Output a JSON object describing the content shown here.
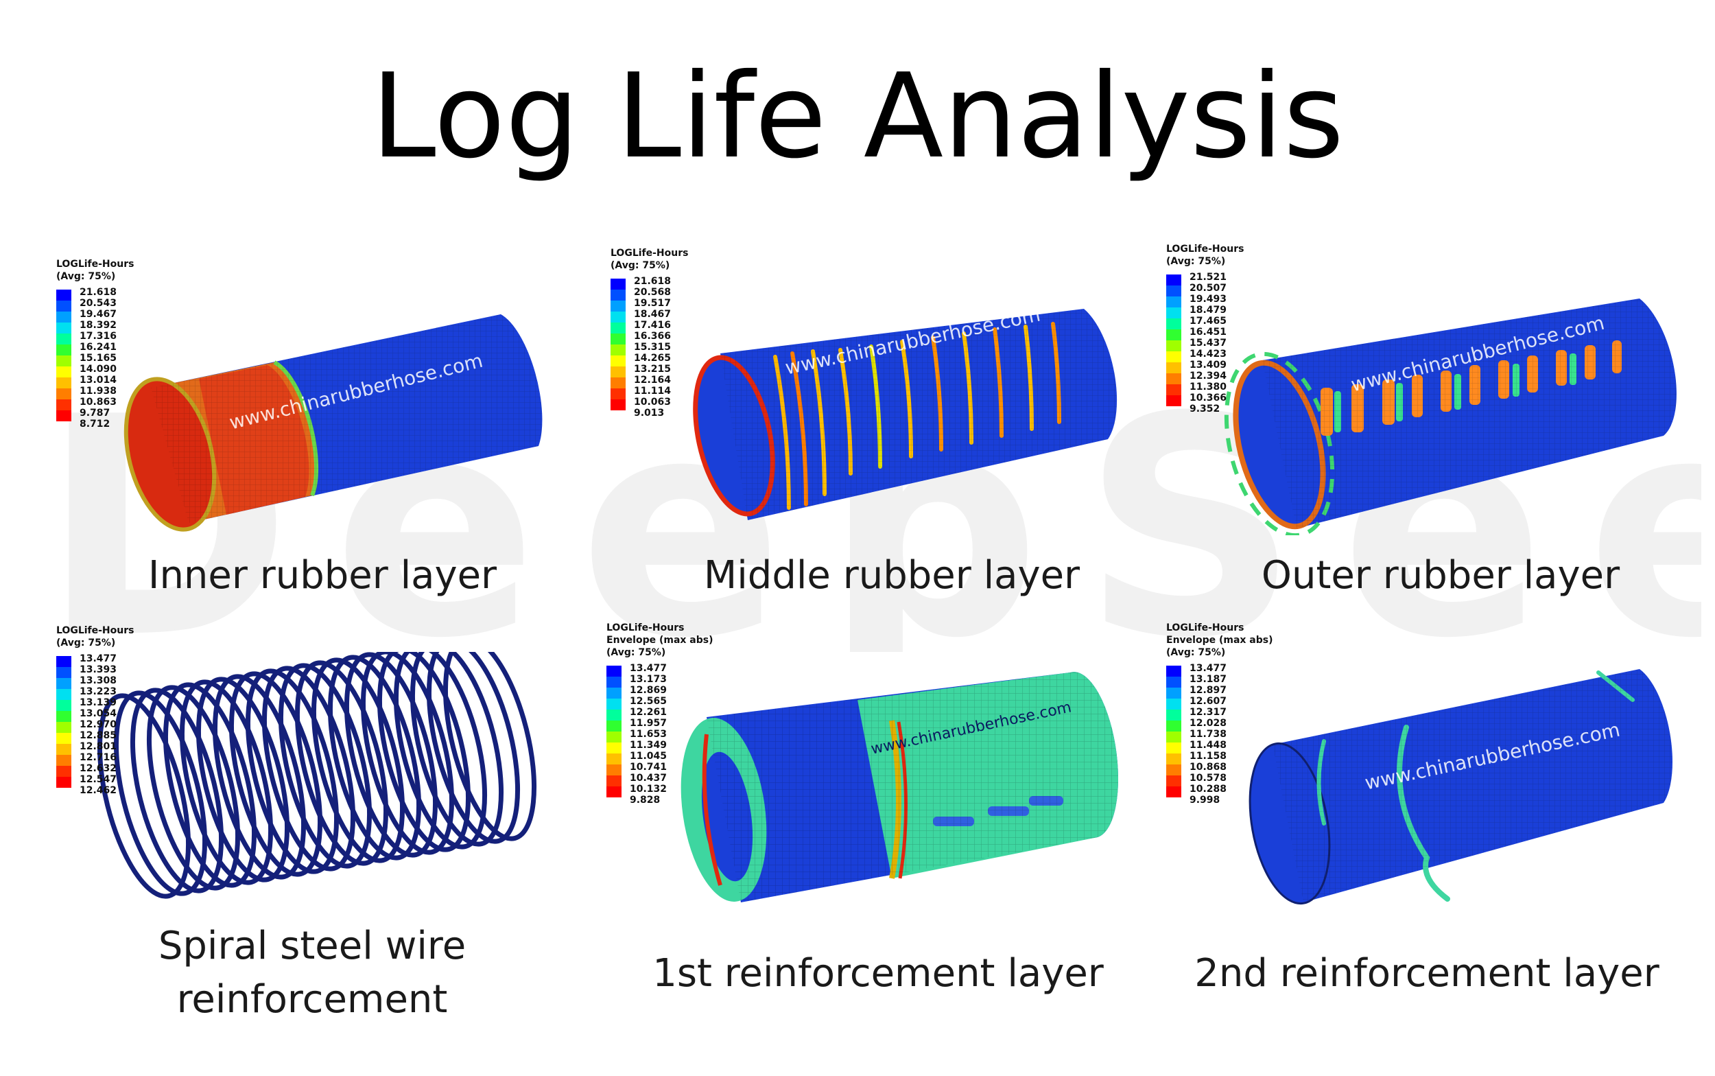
{
  "watermark": "DeepSee",
  "title": "Log Life Analysis",
  "site_watermark": "www.chinarubberhose.com",
  "colors": {
    "legend_scale": [
      "#0000ff",
      "#0050ff",
      "#00a0ff",
      "#00e0f0",
      "#00ff9c",
      "#30ff30",
      "#a0ff00",
      "#ffff00",
      "#ffc000",
      "#ff7e00",
      "#ff3000",
      "#ff0000"
    ],
    "hose_blue": "#1a3fd8",
    "hose_red": "#e02810",
    "hose_green": "#3ed6a0"
  },
  "panels": [
    {
      "caption": [
        "Inner rubber layer"
      ],
      "legend_header": [
        "LOGLife-Hours",
        "(Avg: 75%)"
      ],
      "legend_values": [
        "21.618",
        "20.543",
        "19.467",
        "18.392",
        "17.316",
        "16.241",
        "15.165",
        "14.090",
        "13.014",
        "11.938",
        "10.863",
        "9.787",
        "8.712"
      ]
    },
    {
      "caption": [
        "Middle rubber layer"
      ],
      "legend_header": [
        "LOGLife-Hours",
        "(Avg: 75%)"
      ],
      "legend_values": [
        "21.618",
        "20.568",
        "19.517",
        "18.467",
        "17.416",
        "16.366",
        "15.315",
        "14.265",
        "13.215",
        "12.164",
        "11.114",
        "10.063",
        "9.013"
      ]
    },
    {
      "caption": [
        "Outer rubber layer"
      ],
      "legend_header": [
        "LOGLife-Hours",
        "(Avg: 75%)"
      ],
      "legend_values": [
        "21.521",
        "20.507",
        "19.493",
        "18.479",
        "17.465",
        "16.451",
        "15.437",
        "14.423",
        "13.409",
        "12.394",
        "11.380",
        "10.366",
        "9.352"
      ]
    },
    {
      "caption": [
        "Spiral steel wire",
        "reinforcement"
      ],
      "legend_header": [
        "LOGLife-Hours",
        "(Avg: 75%)"
      ],
      "legend_values": [
        "13.477",
        "13.393",
        "13.308",
        "13.223",
        "13.139",
        "13.054",
        "12.970",
        "12.885",
        "12.801",
        "12.716",
        "12.632",
        "12.547",
        "12.462"
      ]
    },
    {
      "caption": [
        "1st reinforcement layer"
      ],
      "legend_header": [
        "LOGLife-Hours",
        "Envelope (max abs)",
        "(Avg: 75%)"
      ],
      "legend_values": [
        "13.477",
        "13.173",
        "12.869",
        "12.565",
        "12.261",
        "11.957",
        "11.653",
        "11.349",
        "11.045",
        "10.741",
        "10.437",
        "10.132",
        "9.828"
      ]
    },
    {
      "caption": [
        "2nd reinforcement layer"
      ],
      "legend_header": [
        "LOGLife-Hours",
        "Envelope (max abs)",
        "(Avg: 75%)"
      ],
      "legend_values": [
        "13.477",
        "13.187",
        "12.897",
        "12.607",
        "12.317",
        "12.028",
        "11.738",
        "11.448",
        "11.158",
        "10.868",
        "10.578",
        "10.288",
        "9.998"
      ]
    }
  ]
}
